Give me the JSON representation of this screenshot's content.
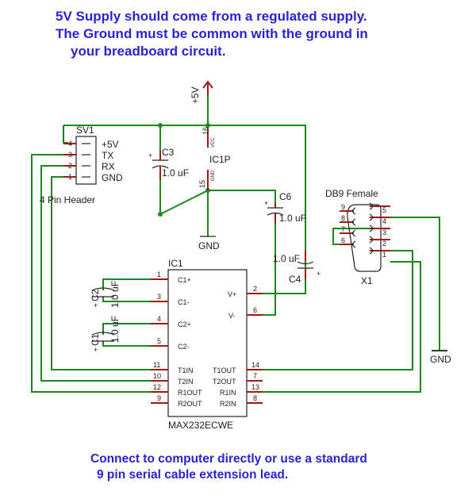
{
  "notes": {
    "top": [
      "5V Supply should come from a regulated supply.",
      "The Ground must be common with the ground in",
      "your breadboard circuit."
    ],
    "bottom": [
      "Connect to computer directly or use a standard",
      "9 pin serial cable extension lead."
    ]
  },
  "power": {
    "vcc": "+5V",
    "gnd1": "GND",
    "gnd2": "GND"
  },
  "header": {
    "ref": "SV1",
    "name": "4 Pin Header",
    "pins": [
      "4",
      "3",
      "2",
      "1"
    ],
    "signals": [
      "+5V",
      "TX",
      "RX",
      "GND"
    ]
  },
  "ic1p": {
    "ref": "IC1P",
    "vcc_pin": "16",
    "vcc_label": "VCC",
    "gnd_pin": "15",
    "gnd_label": "GND"
  },
  "caps": {
    "c3": {
      "ref": "C3",
      "value": "1.0 uF"
    },
    "c6": {
      "ref": "C6",
      "value": "1.0 uF"
    },
    "c4": {
      "ref": "C4",
      "value": "1.0 uF"
    },
    "c2": {
      "ref": "C2",
      "value": "1.0 uF"
    },
    "c1": {
      "ref": "C1",
      "value": "1.0 uF"
    }
  },
  "ic1": {
    "ref": "IC1",
    "part": "MAX232ECWE",
    "left_pins": [
      {
        "num": "1",
        "name": "C1+"
      },
      {
        "num": "3",
        "name": "C1-"
      },
      {
        "num": "4",
        "name": "C2+"
      },
      {
        "num": "5",
        "name": "C2-"
      },
      {
        "num": "11",
        "name": "T1IN"
      },
      {
        "num": "10",
        "name": "T2IN"
      },
      {
        "num": "12",
        "name": "R1OUT"
      },
      {
        "num": "9",
        "name": "R2OUT"
      }
    ],
    "right_pins": [
      {
        "num": "2",
        "name": "V+"
      },
      {
        "num": "6",
        "name": "V-"
      },
      {
        "num": "14",
        "name": "T1OUT"
      },
      {
        "num": "7",
        "name": "T2OUT"
      },
      {
        "num": "13",
        "name": "R1IN"
      },
      {
        "num": "8",
        "name": "R2IN"
      }
    ]
  },
  "db9": {
    "title": "DB9 Female",
    "ref": "X1",
    "left_pins": [
      "9",
      "8",
      "7",
      "6"
    ],
    "right_pins": [
      "5",
      "4",
      "3",
      "2",
      "1"
    ]
  },
  "colors": {
    "wire": "#1b8a1b",
    "pin": "#a01818",
    "text": "#2a22d6",
    "part": "#202020"
  }
}
